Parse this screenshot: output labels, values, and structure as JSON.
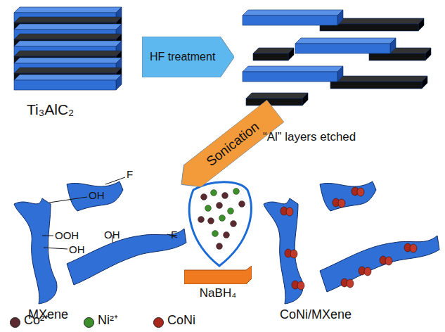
{
  "diagram": {
    "nodes": [
      {
        "text": [
          "HF treatment"
        ]
      },
      {
        "text": [
          "Sonication"
        ]
      },
      {
        "text": [
          "NaBH₄"
        ]
      }
    ],
    "labels": [
      "Ti₃AlC₂",
      "“Al” layers etched",
      "OH",
      "F",
      "OOH",
      "OH",
      "OH",
      "F",
      "MXene",
      "CoNi/MXene"
    ],
    "legend": [
      {
        "text": "Co²⁺",
        "color": "#5a2a30"
      },
      {
        "text": "Ni²⁺",
        "color": "#3d8f2c"
      },
      {
        "text": "CoNi",
        "color": "#a8281c"
      }
    ]
  }
}
